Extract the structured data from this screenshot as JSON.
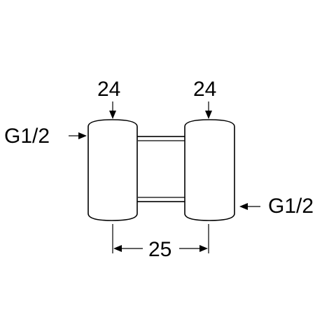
{
  "labels": {
    "top_left_dimension": "24",
    "top_right_dimension": "24",
    "left_thread": "G1/2",
    "right_thread": "G1/2",
    "bottom_dimension": "25"
  }
}
